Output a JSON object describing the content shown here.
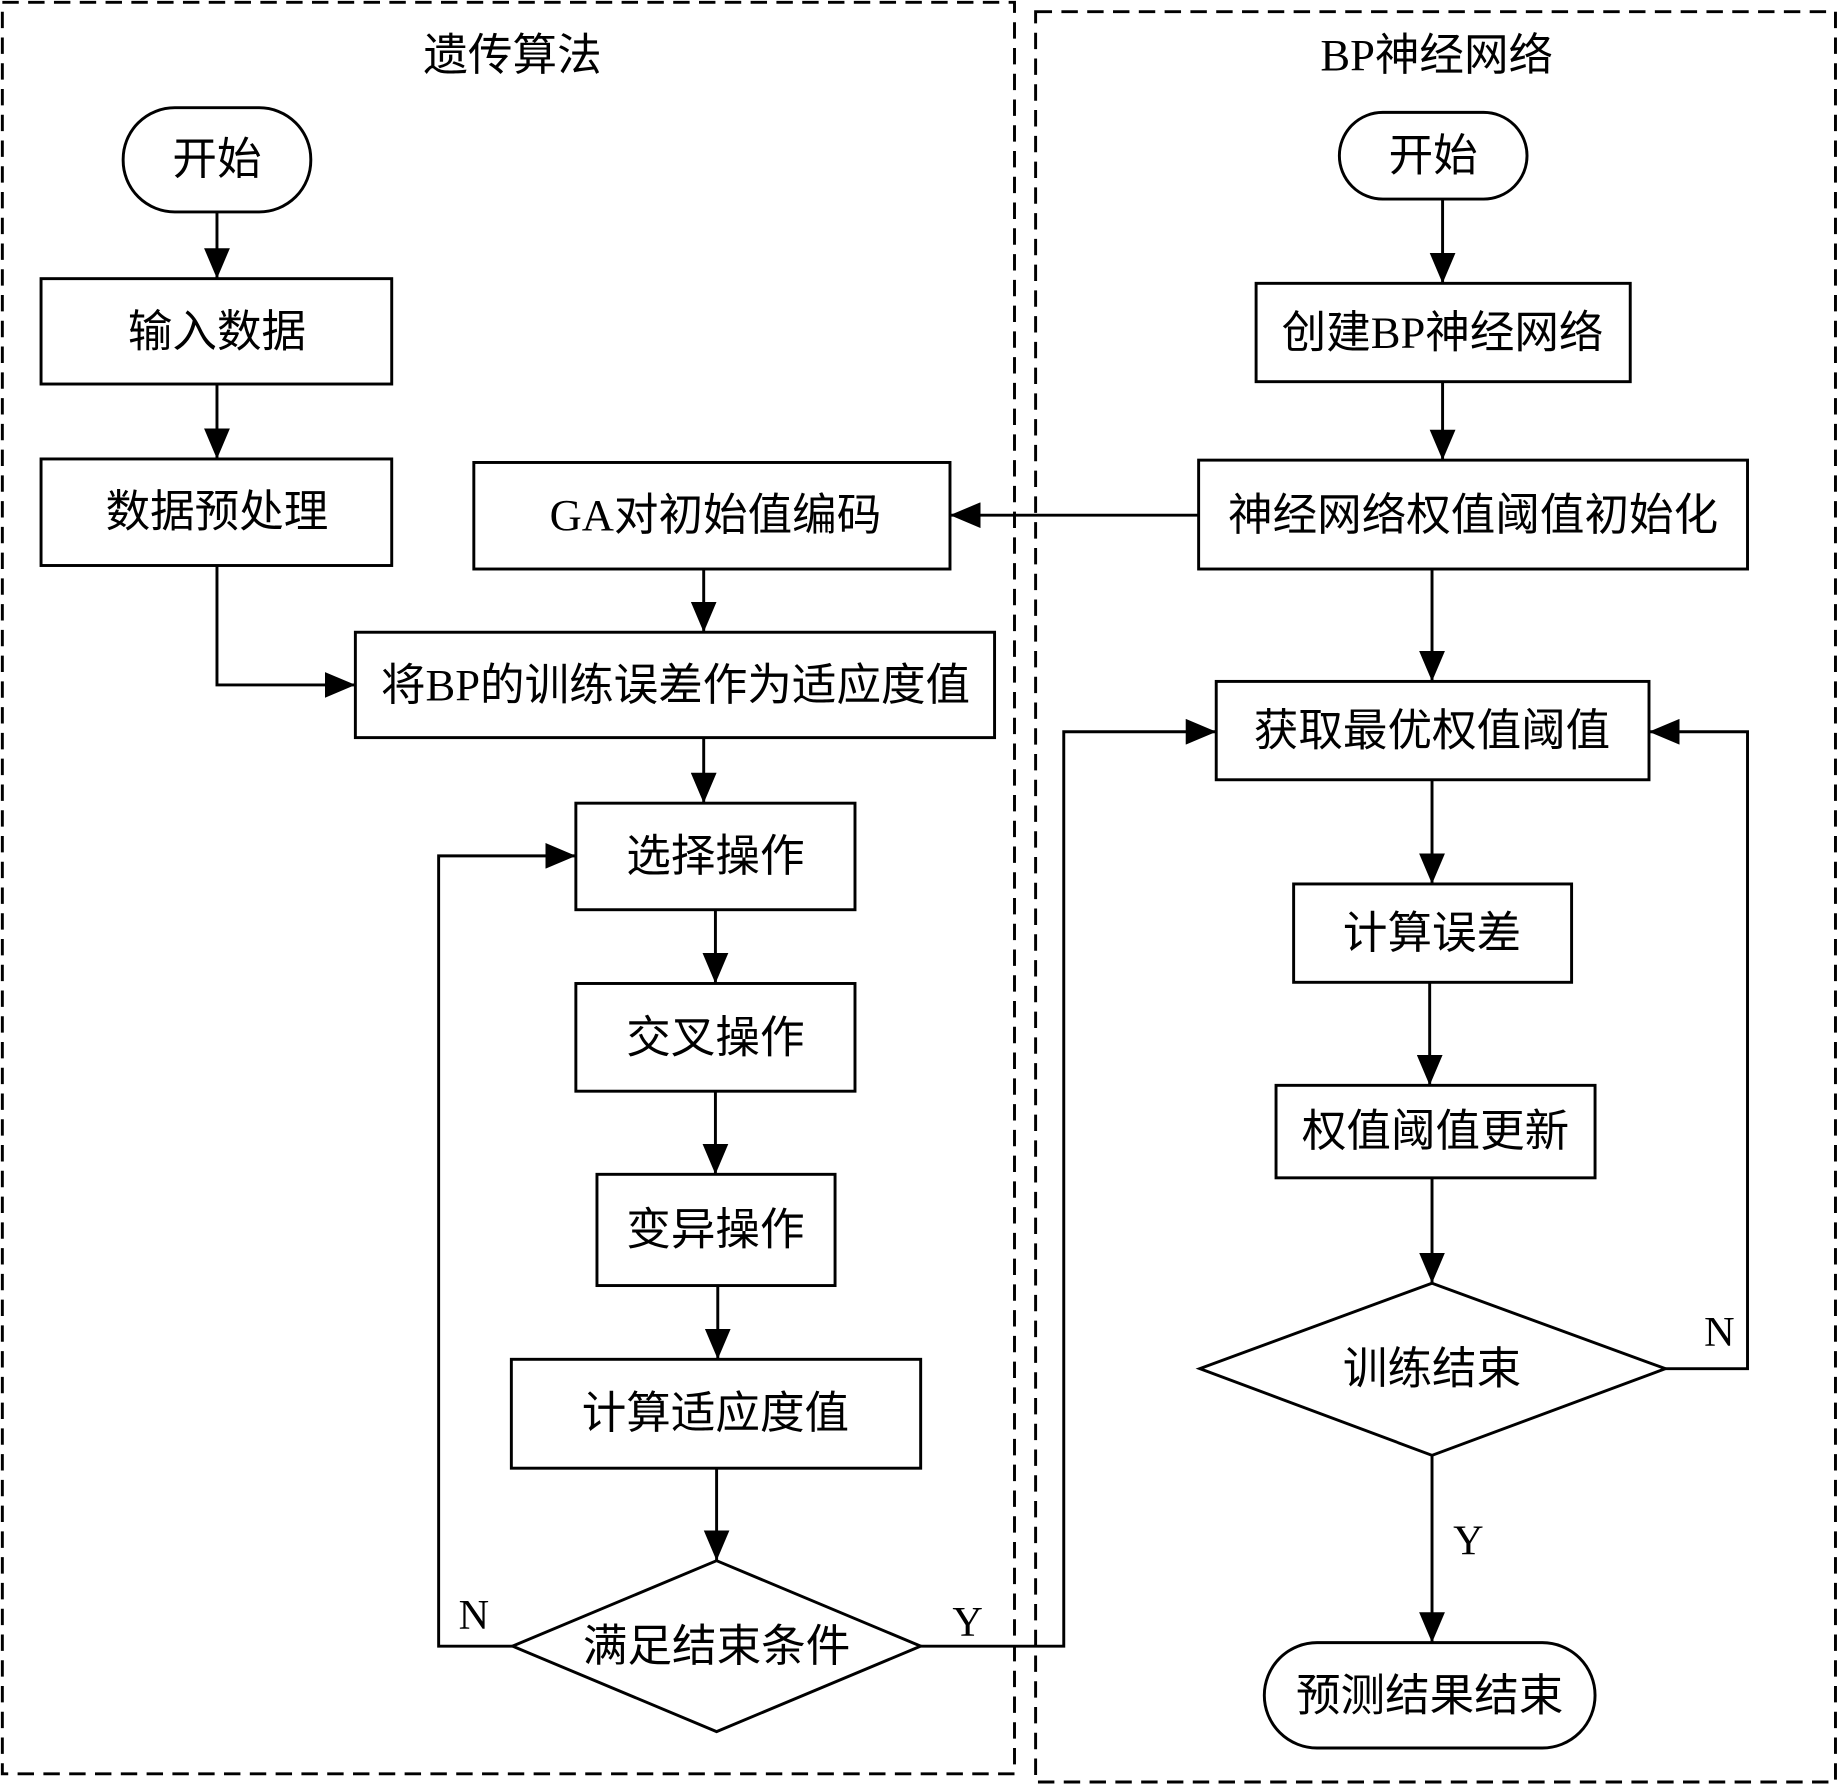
{
  "colors": {
    "stroke": "#000000",
    "background": "#ffffff"
  },
  "genetic_algorithm": {
    "title": "遗传算法",
    "start": "开始",
    "input_data": "输入数据",
    "preprocess": "数据预处理",
    "encode": "GA对初始值编码",
    "fitness": "将BP的训练误差作为适应度值",
    "selection": "选择操作",
    "crossover": "交叉操作",
    "mutation": "变异操作",
    "compute_fitness": "计算适应度值",
    "termination_check": "满足结束条件",
    "no_label": "N",
    "yes_label": "Y"
  },
  "bp_network": {
    "title": "BP神经网络",
    "start": "开始",
    "create": "创建BP神经网络",
    "initialize": "神经网络权值阈值初始化",
    "get_optimal": "获取最优权值阈值",
    "compute_error": "计算误差",
    "update": "权值阈值更新",
    "training_done": "训练结束",
    "no_label": "N",
    "yes_label": "Y",
    "end": "预测结果结束"
  }
}
